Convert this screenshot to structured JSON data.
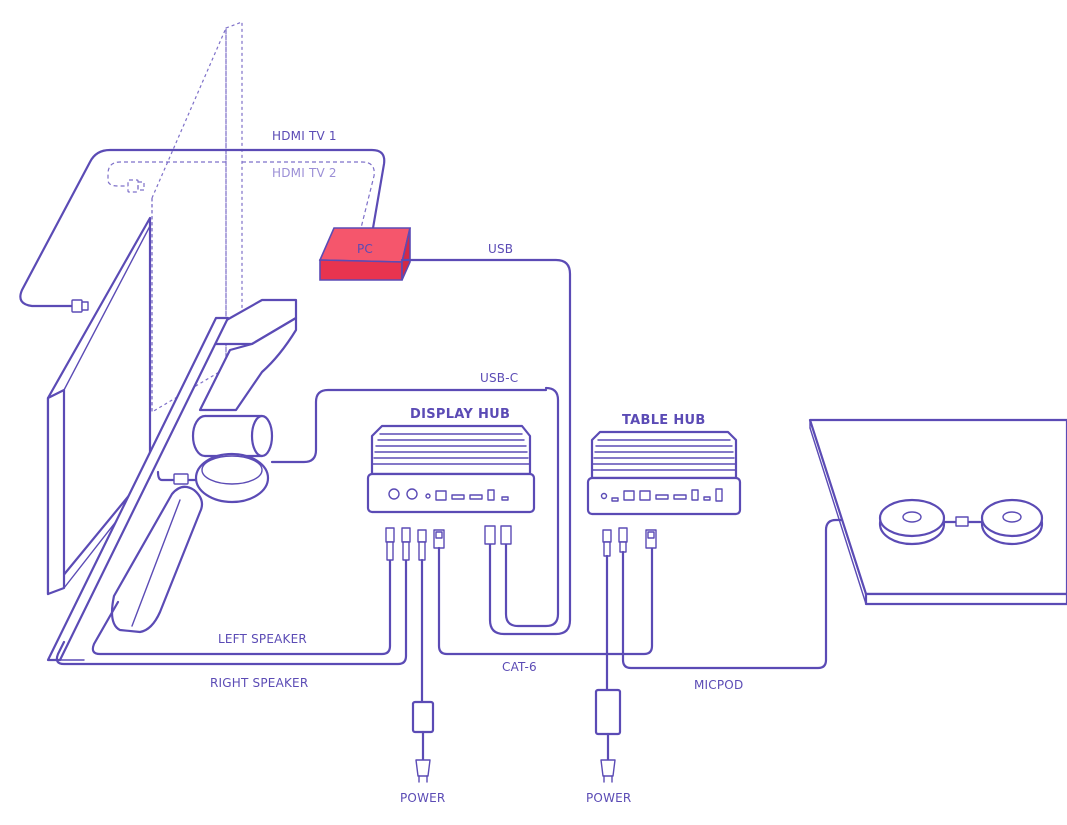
{
  "colors": {
    "line": "#5b4bb5",
    "line_light": "#9b8fd6",
    "pc_fill": "#f03a55",
    "pc_top": "#f5566c",
    "white": "#ffffff"
  },
  "labels": {
    "hdmi_tv1": "HDMI TV 1",
    "hdmi_tv2": "HDMI TV 2",
    "usb": "USB",
    "usb_c": "USB-C",
    "pc": "PC",
    "display_hub": "DISPLAY HUB",
    "table_hub": "TABLE HUB",
    "left_speaker": "LEFT SPEAKER",
    "right_speaker": "RIGHT SPEAKER",
    "cat6": "CAT-6",
    "micpod": "MICPOD",
    "power_display": "POWER",
    "power_table": "POWER"
  },
  "icons": {
    "hdmi_tv1_plug": "hdmi-plug-icon",
    "hdmi_tv2_plug": "hdmi-plug-icon",
    "power_plug": "power-plug-icon",
    "power_adapter": "power-adapter-icon",
    "rj45": "rj45-connector-icon",
    "rca": "rca-connector-icon",
    "usb": "usb-connector-icon"
  }
}
